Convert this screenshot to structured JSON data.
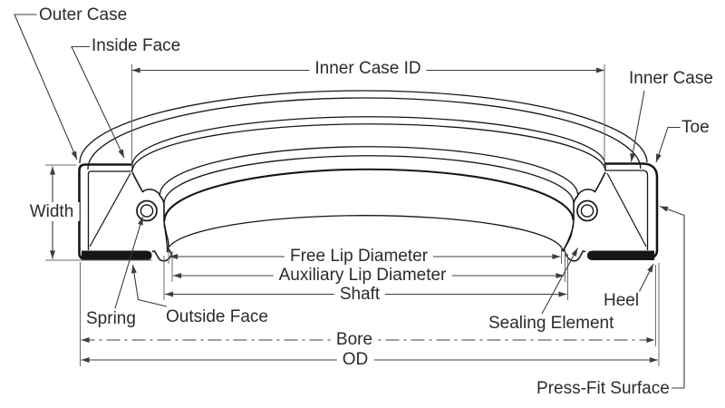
{
  "labels": {
    "outer_case": "Outer Case",
    "inside_face": "Inside Face",
    "inner_case_id": "Inner Case ID",
    "inner_case": "Inner Case",
    "toe": "Toe",
    "width": "Width",
    "free_lip_diameter": "Free Lip Diameter",
    "auxiliary_lip_diameter": "Auxiliary Lip Diameter",
    "shaft": "Shaft",
    "spring": "Spring",
    "outside_face": "Outside Face",
    "sealing_element": "Sealing Element",
    "heel": "Heel",
    "bore": "Bore",
    "od": "OD",
    "press_fit_surface": "Press-Fit Surface"
  },
  "colors": {
    "background": "#ffffff",
    "artwork_line": "#161616",
    "dimension_line": "#3d3d3d",
    "extension_line": "#6b6b6b",
    "text": "#2b2b2b"
  }
}
